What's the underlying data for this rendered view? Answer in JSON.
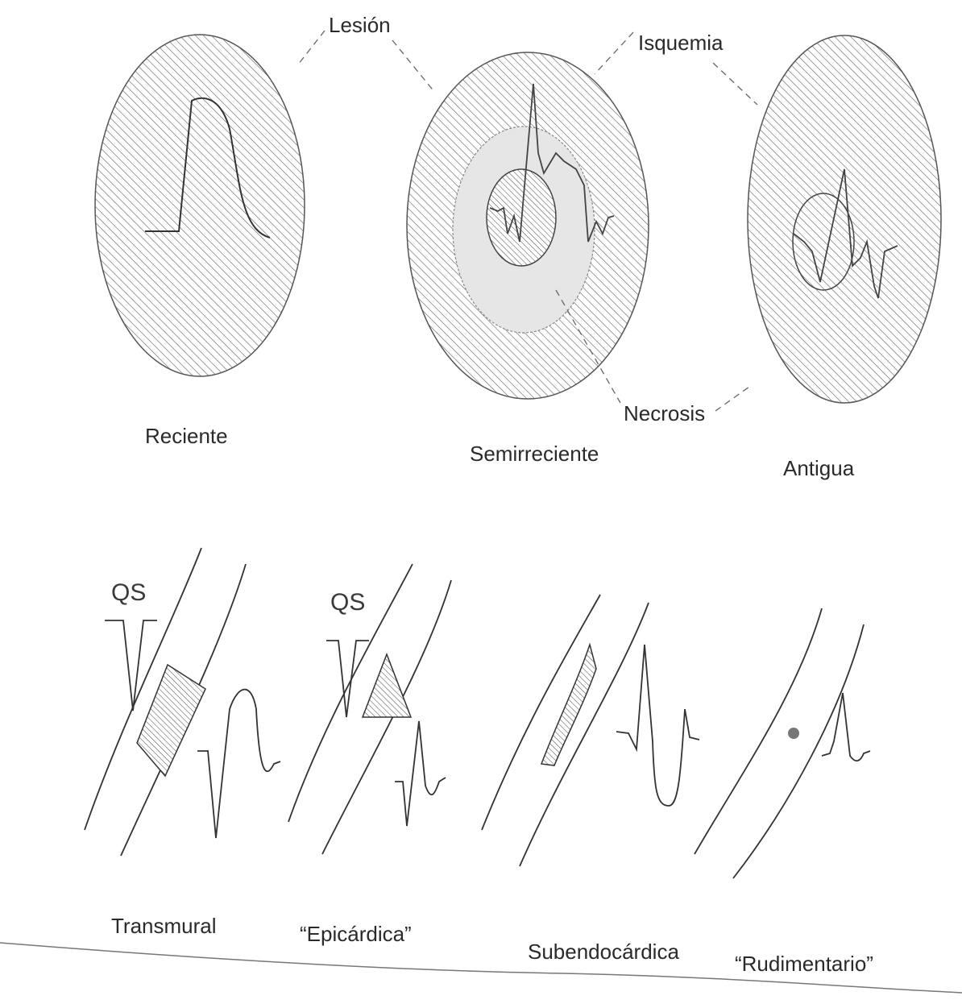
{
  "top_panel": {
    "callouts": {
      "lesion": "Lesión",
      "isquemia": "Isquemia",
      "necrosis": "Necrosis"
    },
    "stages": [
      {
        "label": "Reciente"
      },
      {
        "label": "Semirreciente"
      },
      {
        "label": "Antigua"
      }
    ]
  },
  "bottom_panel": {
    "qs_label": "QS",
    "types": [
      {
        "label": "Transmural"
      },
      {
        "label": "“Epicárdica”"
      },
      {
        "label": "Subendocárdica"
      },
      {
        "label": "“Rudimentario”"
      }
    ]
  },
  "colors": {
    "ink": "#2a2a2a",
    "hatch": "#555555",
    "paper": "#ffffff"
  }
}
